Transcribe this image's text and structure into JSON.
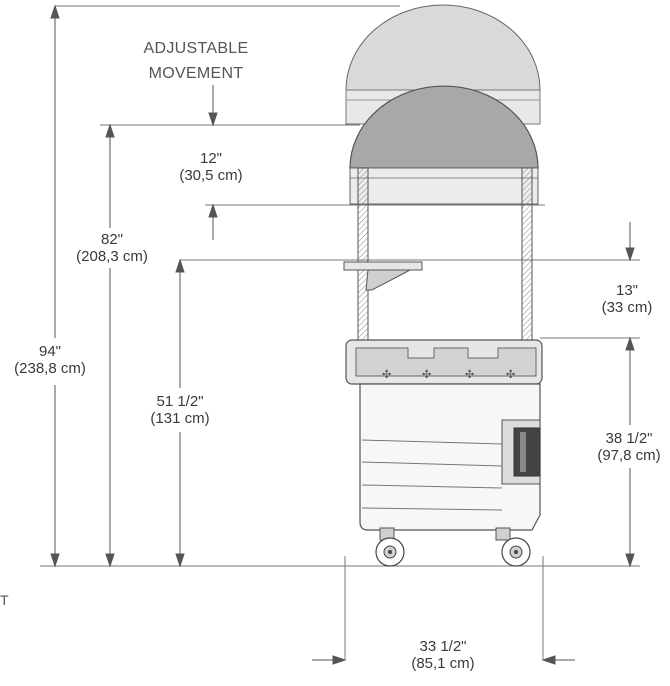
{
  "adjustable": {
    "line1": "ADJUSTABLE",
    "line2": "MOVEMENT"
  },
  "dims": {
    "overall_height": {
      "in": "94\"",
      "cm": "(238,8 cm)"
    },
    "canopy_low_height": {
      "in": "82\"",
      "cm": "(208,3 cm)"
    },
    "canopy_travel": {
      "in": "12\"",
      "cm": "(30,5 cm)"
    },
    "shelf_height": {
      "in": "51 1/2\"",
      "cm": "(131 cm)"
    },
    "shelf_to_counter": {
      "in": "13\"",
      "cm": "(33 cm)"
    },
    "counter_height": {
      "in": "38 1/2\"",
      "cm": "(97,8 cm)"
    },
    "width": {
      "in": "33 1/2\"",
      "cm": "(85,1 cm)"
    }
  },
  "edge_fragment": "T",
  "colors": {
    "line": "#444444",
    "canopy_raised": "#d9d9d9",
    "canopy_lowered": "#a8a8a8",
    "cart": "#e6e6e6"
  }
}
